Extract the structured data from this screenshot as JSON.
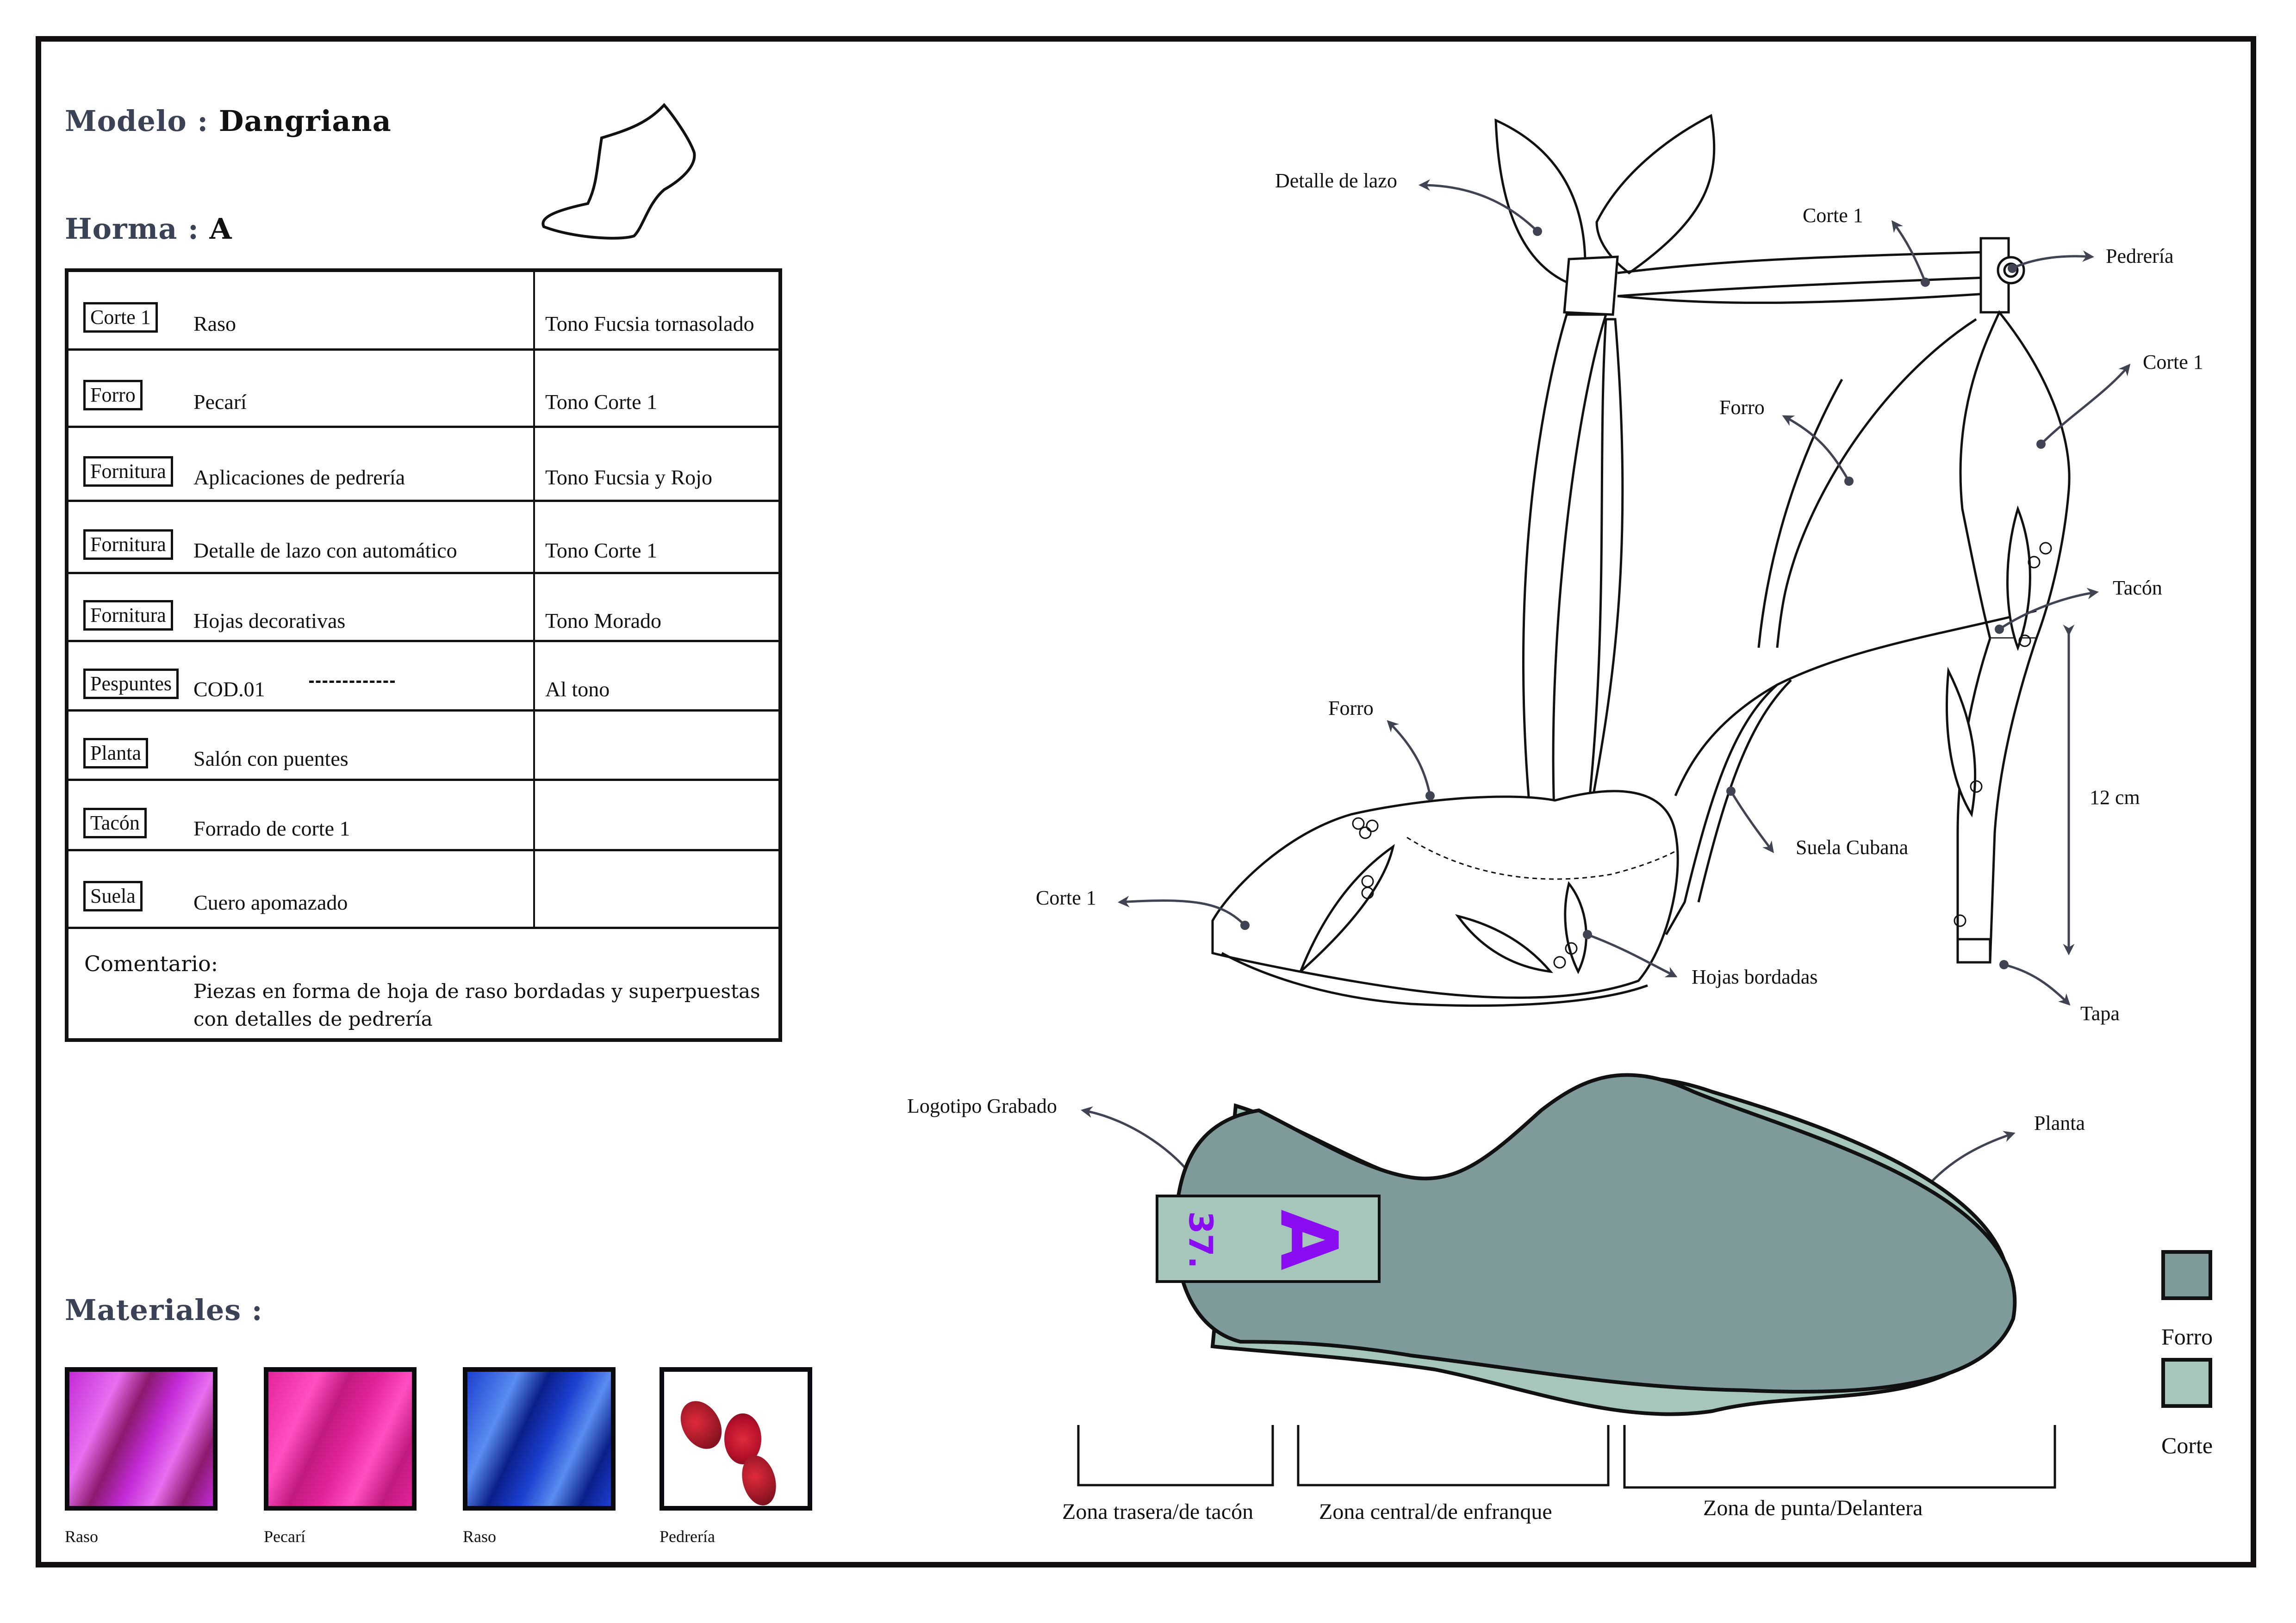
{
  "header": {
    "modelo_label": "Modelo :",
    "modelo_value": "Dangriana",
    "horma_label": "Horma :",
    "horma_value": "A"
  },
  "spec_table": {
    "rows": [
      {
        "tag": "Corte 1",
        "description": "Raso",
        "tone": "Tono Fucsia tornasolado"
      },
      {
        "tag": "Forro",
        "description": "Pecarí",
        "tone": "Tono Corte 1"
      },
      {
        "tag": "Fornitura",
        "description": "Aplicaciones de pedrería",
        "tone": "Tono Fucsia y Rojo"
      },
      {
        "tag": "Fornitura",
        "description": "Detalle de lazo con automático",
        "tone": "Tono Corte 1"
      },
      {
        "tag": "Fornitura",
        "description": "Hojas decorativas",
        "tone": "Tono Morado"
      },
      {
        "tag": "Pespuntes",
        "description": "COD.01",
        "tone": "Al tono"
      },
      {
        "tag": "Planta",
        "description": "Salón con puentes",
        "tone": ""
      },
      {
        "tag": "Tacón",
        "description": "Forrado de corte 1",
        "tone": ""
      },
      {
        "tag": "Suela",
        "description": "Cuero apomazado",
        "tone": ""
      }
    ],
    "comment_label": "Comentario:",
    "comment_lines": [
      "Piezas en forma de hoja de raso bordadas y superpuestas",
      "con detalles de pedrería"
    ]
  },
  "materials": {
    "title": "Materiales :",
    "items": [
      {
        "name": "Raso",
        "colors": [
          "#c42ad8",
          "#e86ff0",
          "#8a1a6e"
        ]
      },
      {
        "name": "Pecarí",
        "colors": [
          "#e3249a",
          "#ff4fc0",
          "#c01a80"
        ]
      },
      {
        "name": "Raso",
        "colors": [
          "#1c3fd0",
          "#5a8cf0",
          "#0a1f8a"
        ]
      },
      {
        "name": "Pedrería",
        "colors": [
          "#b3102a",
          "#e02a3a",
          "#6a0a1a"
        ]
      }
    ]
  },
  "shoe_callouts": {
    "bow": "Detalle de lazo",
    "strap_corte": "Corte 1",
    "pedreria": "Pedrería",
    "back_corte": "Corte 1",
    "forro_top": "Forro",
    "tacon": "Tacón",
    "forro_front": "Forro",
    "suela": "Suela Cubana",
    "toe_corte": "Corte 1",
    "hojas": "Hojas bordadas",
    "tapa": "Tapa",
    "heel_height": "12 cm"
  },
  "sole_view": {
    "logo_label": "Logotipo Grabado",
    "planta_label": "Planta",
    "size_mark": "37.",
    "logo_mark": "A",
    "zones": [
      "Zona trasera/de tacón",
      "Zona central/de enfranque",
      "Zona de punta/Delantera"
    ]
  },
  "legend": {
    "items": [
      {
        "label": "Forro",
        "color": "#7f9a9b"
      },
      {
        "label": "Corte",
        "color": "#a6c6bc"
      }
    ]
  },
  "colors": {
    "arrow": "#3f4352",
    "heading": "#3b4256",
    "logo": "#8a0cf0"
  }
}
